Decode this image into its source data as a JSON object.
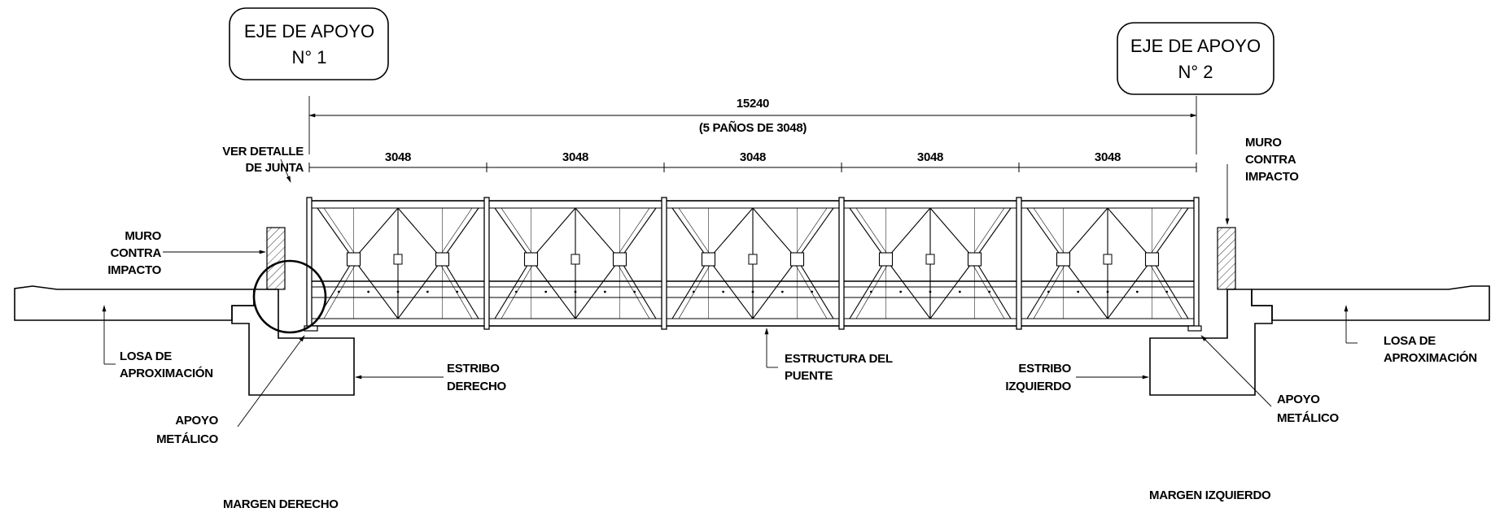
{
  "axis_boxes": {
    "left": {
      "line1": "EJE DE APOYO",
      "line2": "N° 1"
    },
    "right": {
      "line1": "EJE DE APOYO",
      "line2": "N° 2"
    }
  },
  "dimensions": {
    "total": "15240",
    "total_note": "(5 PAÑOS DE 3048)",
    "panels": [
      "3048",
      "3048",
      "3048",
      "3048",
      "3048"
    ]
  },
  "labels": {
    "ver_detalle": [
      "VER DETALLE",
      "DE JUNTA"
    ],
    "muro_left": [
      "MURO",
      "CONTRA",
      "IMPACTO"
    ],
    "muro_right": [
      "MURO",
      "CONTRA",
      "IMPACTO"
    ],
    "losa_left": [
      "LOSA DE",
      "APROXIMACIÓN"
    ],
    "losa_right": [
      "LOSA DE",
      "APROXIMACIÓN"
    ],
    "estribo_derecho": [
      "ESTRIBO",
      "DERECHO"
    ],
    "estribo_izquierdo": [
      "ESTRIBO",
      "IZQUIERDO"
    ],
    "estructura": [
      "ESTRUCTURA DEL",
      "PUENTE"
    ],
    "apoyo_left": [
      "APOYO",
      "METÁLICO"
    ],
    "apoyo_right": [
      "APOYO",
      "METÁLICO"
    ],
    "margen_derecho": "MARGEN DERECHO",
    "margen_izquierdo": "MARGEN IZQUIERDO"
  }
}
